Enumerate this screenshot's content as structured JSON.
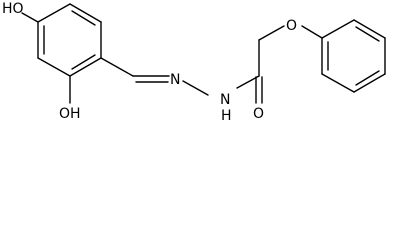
{
  "molecule": {
    "atoms": {
      "ho_top": "HO",
      "oh_bottom": "OH",
      "n_imine": "N",
      "n_amide": "N",
      "h_amide": "H",
      "o_carbonyl": "O",
      "o_ether": "O"
    },
    "colors": {
      "bond": "#000000",
      "background": "#ffffff"
    }
  }
}
